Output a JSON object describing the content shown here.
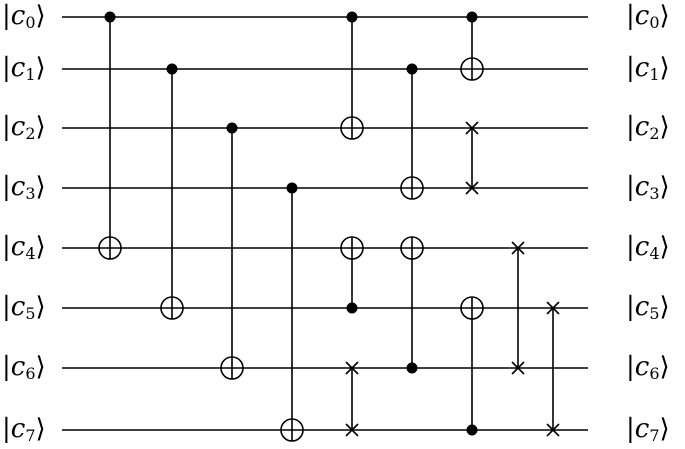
{
  "diagram": {
    "qubits": [
      {
        "left_label": "c",
        "left_sub": "0",
        "right_label": "c",
        "right_sub": "0"
      },
      {
        "left_label": "c",
        "left_sub": "1",
        "right_label": "c",
        "right_sub": "1"
      },
      {
        "left_label": "c",
        "left_sub": "2",
        "right_label": "c",
        "right_sub": "2"
      },
      {
        "left_label": "c",
        "left_sub": "3",
        "right_label": "c",
        "right_sub": "3"
      },
      {
        "left_label": "c",
        "left_sub": "4",
        "right_label": "c",
        "right_sub": "4"
      },
      {
        "left_label": "c",
        "left_sub": "5",
        "right_label": "c",
        "right_sub": "5"
      },
      {
        "left_label": "c",
        "left_sub": "6",
        "right_label": "c",
        "right_sub": "6"
      },
      {
        "left_label": "c",
        "left_sub": "7",
        "right_label": "c",
        "right_sub": "7"
      }
    ],
    "gates": [
      {
        "type": "cnot",
        "control": 0,
        "target": 4
      },
      {
        "type": "cnot",
        "control": 1,
        "target": 5
      },
      {
        "type": "cnot",
        "control": 2,
        "target": 6
      },
      {
        "type": "cnot",
        "control": 3,
        "target": 7
      },
      {
        "type": "cnot",
        "control": 0,
        "target": 2
      },
      {
        "type": "cnot",
        "control": 5,
        "target": 4
      },
      {
        "type": "swap",
        "a": 6,
        "b": 7
      },
      {
        "type": "cnot",
        "control": 1,
        "target": 3
      },
      {
        "type": "cnot",
        "control": 6,
        "target": 4
      },
      {
        "type": "cnot",
        "control": 0,
        "target": 1
      },
      {
        "type": "swap",
        "a": 2,
        "b": 3
      },
      {
        "type": "cnot",
        "control": 7,
        "target": 5
      },
      {
        "type": "swap",
        "a": 4,
        "b": 6
      },
      {
        "type": "swap",
        "a": 5,
        "b": 7
      }
    ]
  }
}
